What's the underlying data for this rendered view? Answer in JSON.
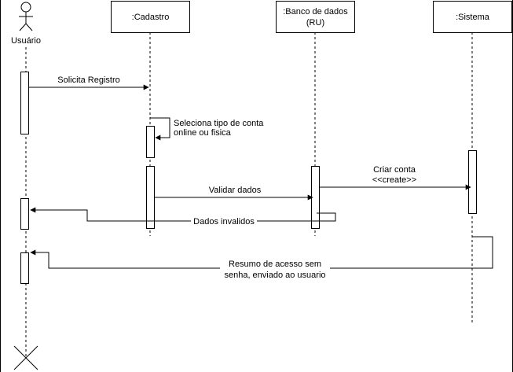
{
  "participants": {
    "user": {
      "label": "Usuário"
    },
    "cadastro": {
      "label": ":Cadastro"
    },
    "banco": {
      "label_line1": ":Banco de dados",
      "label_line2": "(RU)"
    },
    "sistema": {
      "label": ":Sistema"
    }
  },
  "messages": {
    "solicita": {
      "label": "Solicita Registro"
    },
    "seleciona": {
      "label_line1": "Seleciona tipo de conta",
      "label_line2": "online ou fisica"
    },
    "validar": {
      "label": "Validar dados"
    },
    "criar": {
      "label_line1": "Criar conta",
      "label_line2": "<<create>>"
    },
    "invalidos": {
      "label": "Dados invalidos"
    },
    "resumo": {
      "label_line1": "Resumo de acesso sem",
      "label_line2": "senha, enviado ao usuario"
    }
  }
}
